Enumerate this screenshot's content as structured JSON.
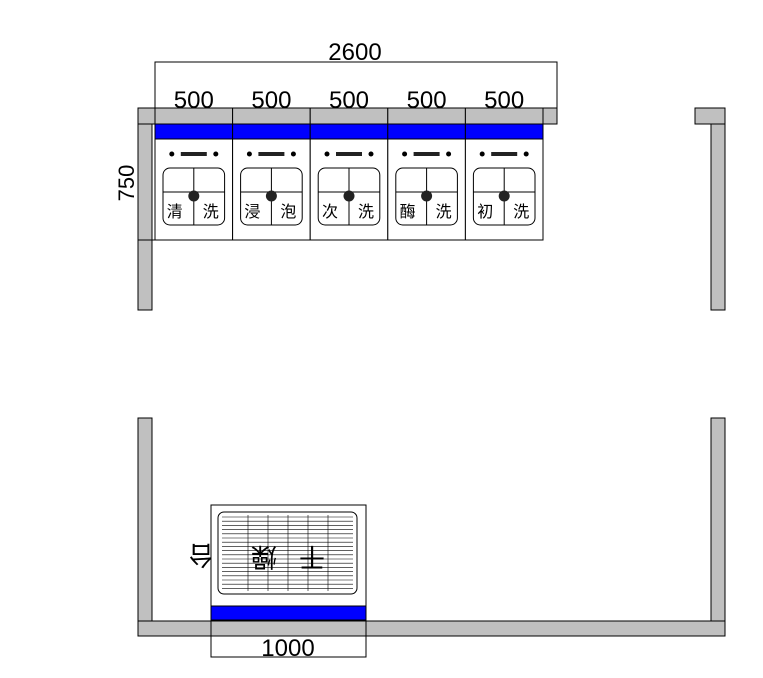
{
  "colors": {
    "wall": "#c0c0c0",
    "counter_band": "#0000ff",
    "line": "#000000",
    "background": "#ffffff"
  },
  "dimensions": {
    "total_width": "2600",
    "segment_width": "500",
    "depth": "750",
    "bottom_width": "1000"
  },
  "sinks": [
    {
      "left": "清",
      "right": "洗"
    },
    {
      "left": "浸",
      "right": "泡"
    },
    {
      "left": "次",
      "right": "洗"
    },
    {
      "left": "酶",
      "right": "洗"
    },
    {
      "left": "初",
      "right": "洗"
    }
  ],
  "dryer": {
    "chars": [
      "干",
      "燥",
      "台"
    ]
  }
}
